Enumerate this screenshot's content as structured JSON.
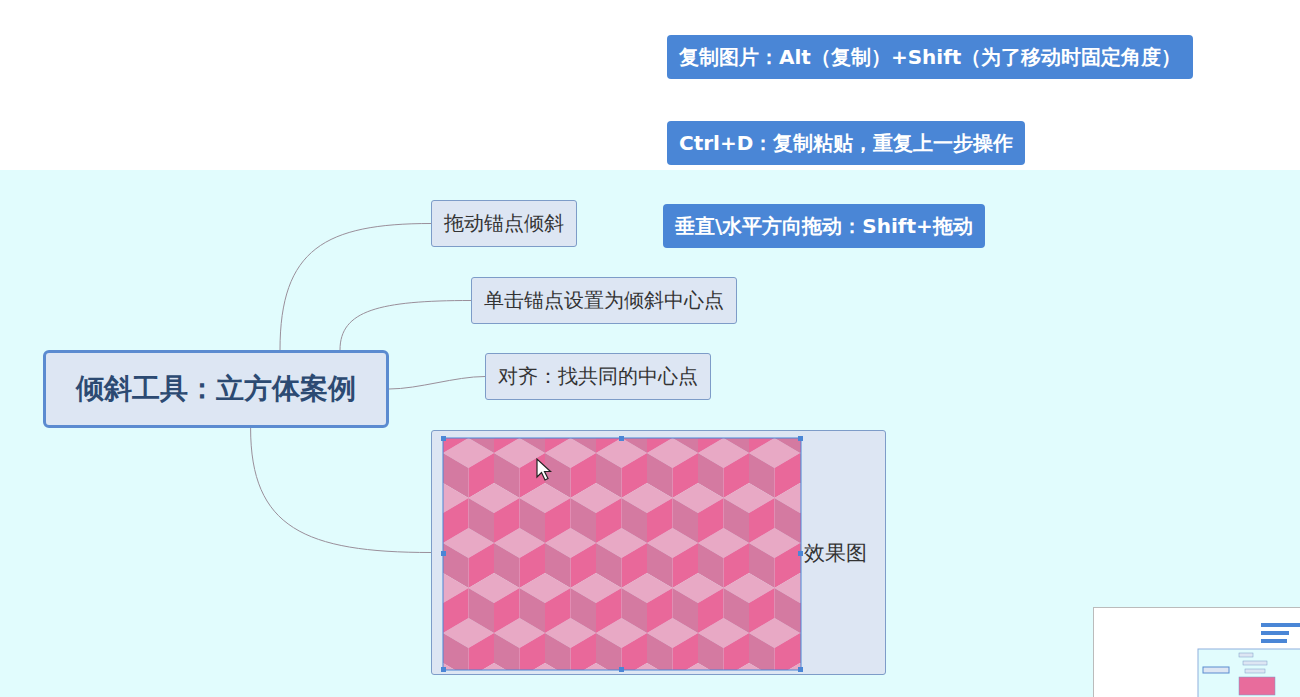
{
  "diagram": {
    "nodes": [
      {
        "text": [
          "复制图片：Alt（复制）+Shift（为了移动时固定角度）"
        ]
      },
      {
        "text": [
          "Ctrl+D：复制粘贴，重复上一步操作"
        ]
      },
      {
        "text": [
          "垂直\\水平方向拖动：Shift+拖动"
        ]
      },
      {
        "text": [
          "倾斜工具：立方体案例"
        ]
      },
      {
        "text": [
          "拖动锚点倾斜"
        ]
      },
      {
        "text": [
          "单击锚点设置为倾斜中心点"
        ]
      },
      {
        "text": [
          "对齐：找共同的中心点"
        ]
      },
      {
        "text": [
          "效果图"
        ]
      }
    ],
    "edges": [
      {
        "from": 3,
        "to": 4,
        "arrow": "none"
      },
      {
        "from": 3,
        "to": 5,
        "arrow": "none"
      },
      {
        "from": 3,
        "to": 6,
        "arrow": "none"
      },
      {
        "from": 3,
        "to": 7,
        "arrow": "none"
      }
    ]
  }
}
